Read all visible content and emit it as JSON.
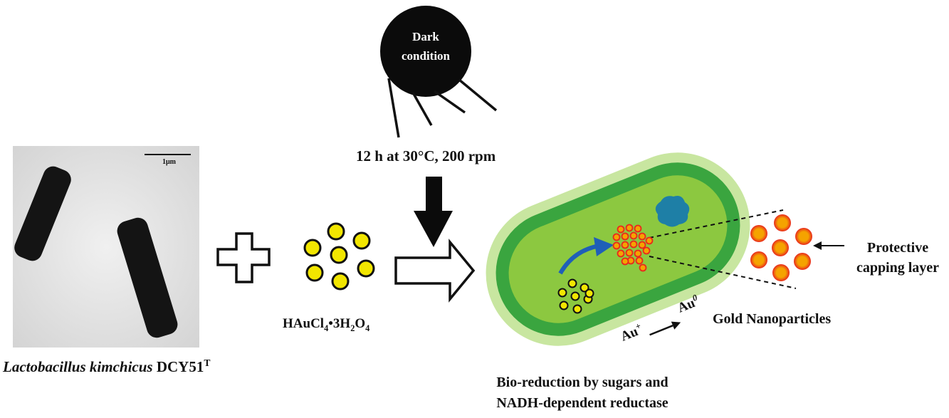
{
  "dark_condition": {
    "line1": "Dark",
    "line2": "condition"
  },
  "incubation": "12 h at 30°C, 200 rpm",
  "micrograph": {
    "scale_bar": "1μm"
  },
  "bacterium": {
    "genus_species": "Lactobacillus kimchicus",
    "strain": "DCY51",
    "strain_sup": "T"
  },
  "precursor": {
    "p1": "HAuCl",
    "s1": "4",
    "p2": "•3H",
    "s2": "2",
    "p3": "O",
    "s3": "4"
  },
  "reduction": {
    "au_plus": "Au",
    "au_plus_sup": "+",
    "au_zero": "Au",
    "au_zero_sup": "0",
    "caption_line1": "Bio-reduction by sugars and",
    "caption_line2": "NADH-dependent reductase"
  },
  "nanoparticles": {
    "label": "Gold Nanoparticles",
    "capping_line1": "Protective",
    "capping_line2": "capping layer"
  },
  "colors": {
    "gold_ion": "#f2e600",
    "nanoparticle_core": "#f5a300",
    "nanoparticle_shell": "#e8281e",
    "cell_outer": "#c8e6a0",
    "cell_wall": "#3aa53f",
    "cytoplasm": "#8cc840",
    "nucleoid": "#1e7fa6"
  }
}
